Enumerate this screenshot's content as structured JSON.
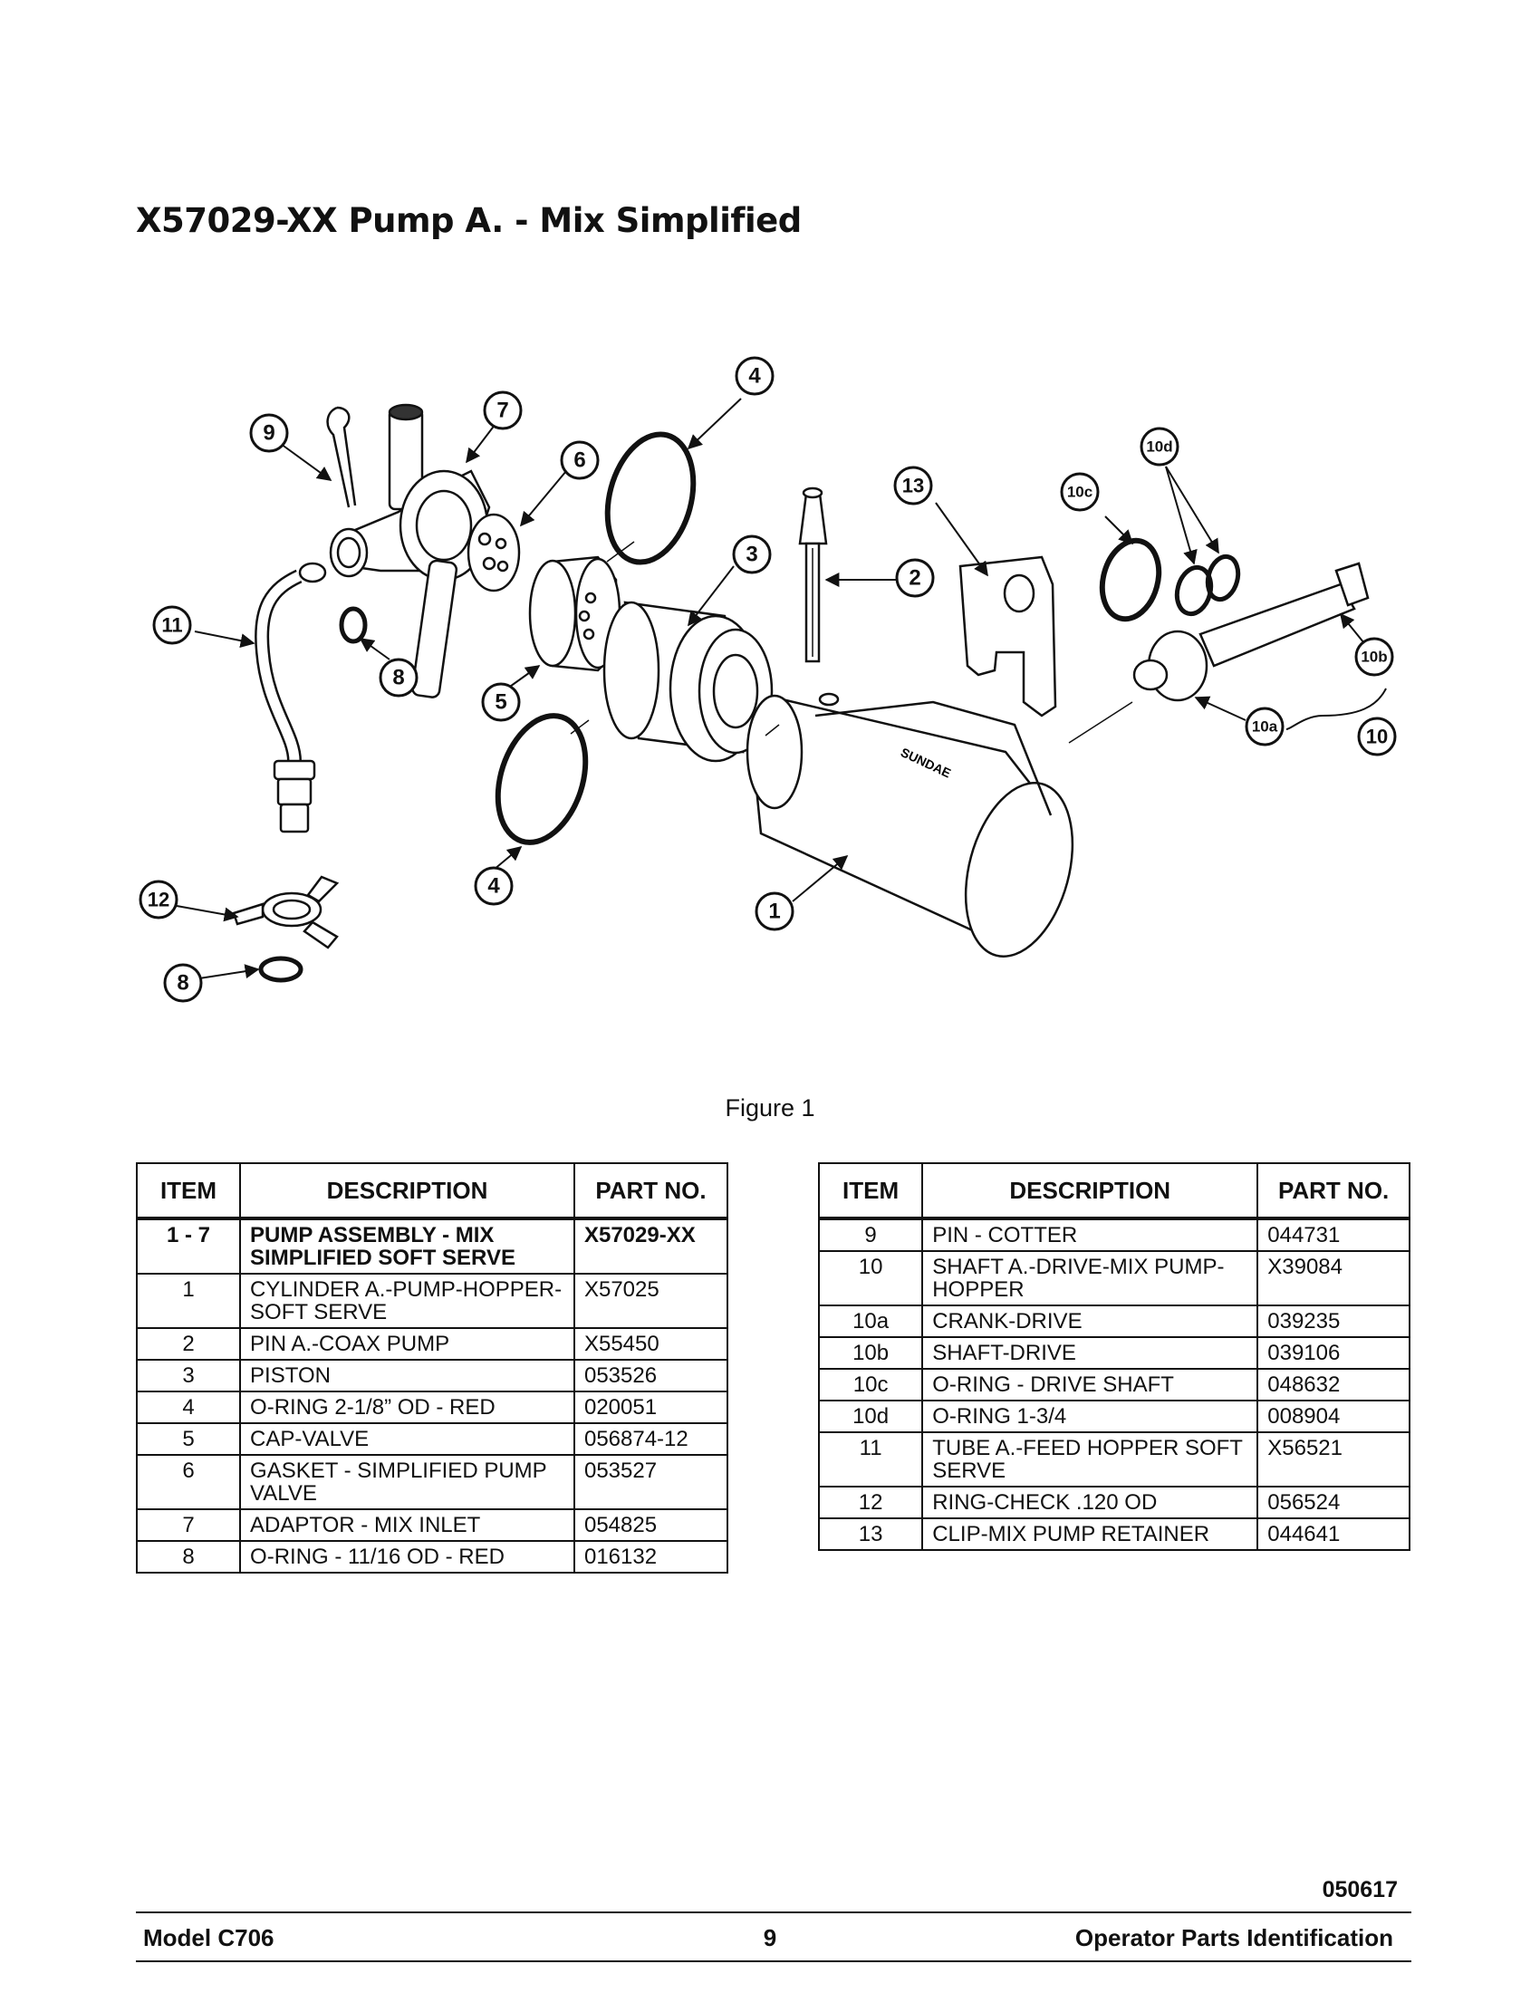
{
  "title": "X57029-XX Pump A. -  Mix Simplified",
  "diagram": {
    "callouts": {
      "c1": "1",
      "c2": "2",
      "c3": "3",
      "c4a": "4",
      "c4b": "4",
      "c5": "5",
      "c6": "6",
      "c7": "7",
      "c8a": "8",
      "c8b": "8",
      "c9": "9",
      "c10": "10",
      "c10a": "10a",
      "c10b": "10b",
      "c10c": "10c",
      "c10d": "10d",
      "c11": "11",
      "c12": "12",
      "c13": "13"
    },
    "cylinder_brand": "SUNDAE"
  },
  "caption": "Figure 1",
  "table_headers": {
    "item": "ITEM",
    "description": "DESCRIPTION",
    "part_no": "PART NO."
  },
  "left_table": [
    {
      "item": "1 - 7",
      "description": "PUMP ASSEMBLY - MIX SIMPLIFIED SOFT SERVE",
      "part_no": "X57029-XX"
    },
    {
      "item": "1",
      "description": "CYLINDER A.-PUMP-HOPPER-SOFT SERVE",
      "part_no": "X57025"
    },
    {
      "item": "2",
      "description": "PIN A.-COAX PUMP",
      "part_no": "X55450"
    },
    {
      "item": "3",
      "description": "PISTON",
      "part_no": "053526"
    },
    {
      "item": "4",
      "description": "O-RING 2-1/8” OD - RED",
      "part_no": "020051"
    },
    {
      "item": "5",
      "description": "CAP-VALVE",
      "part_no": "056874-12"
    },
    {
      "item": "6",
      "description": "GASKET - SIMPLIFIED PUMP VALVE",
      "part_no": "053527"
    },
    {
      "item": "7",
      "description": "ADAPTOR - MIX INLET",
      "part_no": "054825"
    },
    {
      "item": "8",
      "description": "O-RING - 11/16 OD - RED",
      "part_no": "016132"
    }
  ],
  "right_table": [
    {
      "item": "9",
      "description": "PIN - COTTER",
      "part_no": "044731"
    },
    {
      "item": "10",
      "description": "SHAFT A.-DRIVE-MIX PUMP-HOPPER",
      "part_no": "X39084"
    },
    {
      "item": "10a",
      "description": "CRANK-DRIVE",
      "part_no": "039235"
    },
    {
      "item": "10b",
      "description": "SHAFT-DRIVE",
      "part_no": "039106"
    },
    {
      "item": "10c",
      "description": "O-RING - DRIVE SHAFT",
      "part_no": "048632"
    },
    {
      "item": "10d",
      "description": "O-RING 1-3/4",
      "part_no": "008904"
    },
    {
      "item": "11",
      "description": "TUBE A.-FEED HOPPER SOFT SERVE",
      "part_no": "X56521"
    },
    {
      "item": "12",
      "description": "RING-CHECK .120 OD",
      "part_no": "056524"
    },
    {
      "item": "13",
      "description": "CLIP-MIX PUMP RETAINER",
      "part_no": "044641"
    }
  ],
  "footer": {
    "code": "050617",
    "model": "Model C706",
    "page": "9",
    "section": "Operator Parts Identification"
  }
}
